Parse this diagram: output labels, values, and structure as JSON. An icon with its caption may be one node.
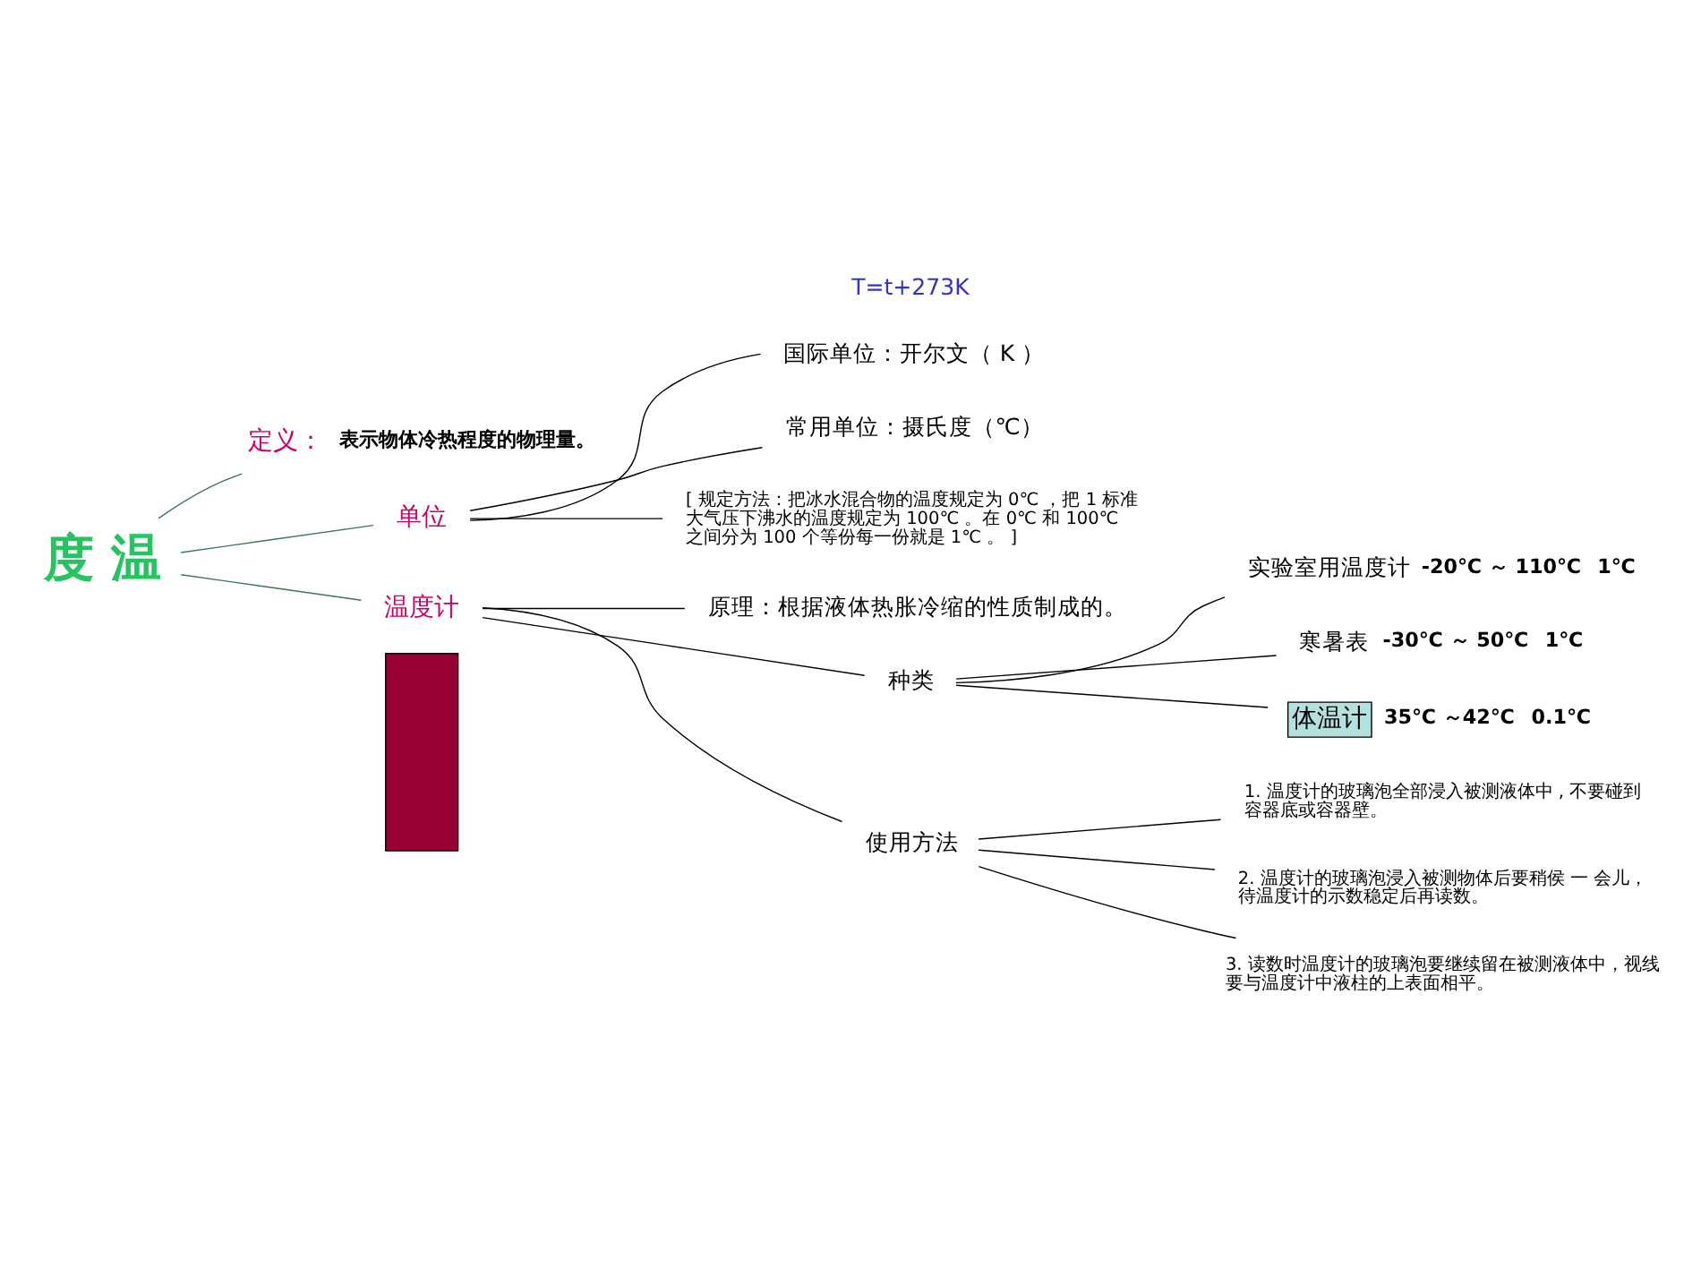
{
  "diagram": {
    "nodes": [
      {
        "text": [
          "度 温"
        ]
      },
      {
        "text": [
          "定义："
        ],
        "beside": [
          "表示物体冷热程度的物理量。"
        ]
      },
      {
        "text": [
          "单位"
        ]
      },
      {
        "text": [
          "国际单位：开尔文（ K ）"
        ]
      },
      {
        "text": [
          "常用单位：摄氏度（℃）"
        ]
      },
      {
        "text": [
          "[ 规定方法：把冰水混合物的温度规定为 0℃ ，把 1 标准大气压下沸水的温度规定为 100℃ 。在 0℃ 和 100℃ 之间分为 100 个等份每一份就是 1℃ 。 ]"
        ]
      },
      {
        "text": [
          "温度计"
        ]
      },
      {
        "text": [
          "原理：根据液体热胀冷缩的性质制成的。"
        ]
      },
      {
        "text": [
          "种类"
        ]
      },
      {
        "text": [
          "实验室用温度计"
        ],
        "beside": [
          "-20℃ ～ 110℃",
          "1℃"
        ]
      },
      {
        "text": [
          "寒暑表"
        ],
        "beside": [
          "-30℃ ～ 50℃",
          "1℃"
        ]
      },
      {
        "text": [
          "体温计"
        ],
        "beside": [
          "35℃ ～42℃",
          "0.1℃"
        ]
      },
      {
        "text": [
          "使用方法"
        ]
      },
      {
        "text": [
          "1. 温度计的玻璃泡全部浸入被测液体中 , 不要碰到容器底或容器壁。"
        ]
      },
      {
        "text": [
          "2. 温度计的玻璃泡浸入被测物体后要稍侯 一 会儿，待温度计的示数稳定后再读数。"
        ]
      },
      {
        "text": [
          "3. 读数时温度计的玻璃泡要继续留在被测液体中，视线要与温度计中液柱的上表面相平。"
        ]
      },
      {
        "text": [],
        "shape": "bar"
      }
    ],
    "edges": [
      {
        "from": 0,
        "to": 1,
        "arrow": "none",
        "color": "#3a7a50"
      },
      {
        "from": 0,
        "to": 2,
        "arrow": "none",
        "color": "#3a7a50"
      },
      {
        "from": 0,
        "to": 6,
        "arrow": "none",
        "color": "#3a7a50"
      },
      {
        "from": 2,
        "to": 3,
        "arrow": "none"
      },
      {
        "from": 2,
        "to": 4,
        "arrow": "none"
      },
      {
        "from": 2,
        "to": 5,
        "arrow": "none"
      },
      {
        "from": 6,
        "to": 7,
        "arrow": "none"
      },
      {
        "from": 6,
        "to": 8,
        "arrow": "none"
      },
      {
        "from": 6,
        "to": 12,
        "arrow": "none"
      },
      {
        "from": 8,
        "to": 9,
        "arrow": "none"
      },
      {
        "from": 8,
        "to": 10,
        "arrow": "none"
      },
      {
        "from": 8,
        "to": 11,
        "arrow": "none"
      },
      {
        "from": 12,
        "to": 13,
        "arrow": "none"
      },
      {
        "from": 12,
        "to": 14,
        "arrow": "none"
      },
      {
        "from": 12,
        "to": 15,
        "arrow": "none"
      }
    ],
    "labels": [
      "T=t+273K"
    ]
  }
}
